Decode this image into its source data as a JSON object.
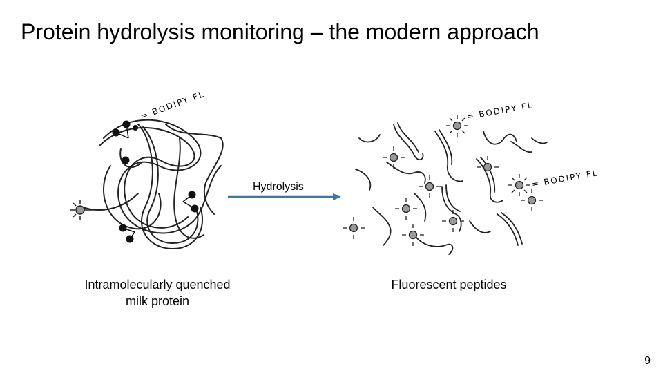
{
  "slide": {
    "title": "Protein hydrolysis monitoring – the modern approach",
    "left_caption_line1": "Intramolecularly quenched",
    "left_caption_line2": "milk protein",
    "right_caption": "Fluorescent peptides",
    "arrow_label": "Hydrolysis",
    "bodipy_label_1": "= BODIPY FL",
    "bodipy_label_2": "= BODIPY FL",
    "bodipy_label_3": "= BODIPY FL",
    "page_number": "9"
  },
  "colors": {
    "arrow": "#3a7a9a",
    "strand": "#222222",
    "fluorophore": "#9a9a9a",
    "quencher": "#111111"
  }
}
